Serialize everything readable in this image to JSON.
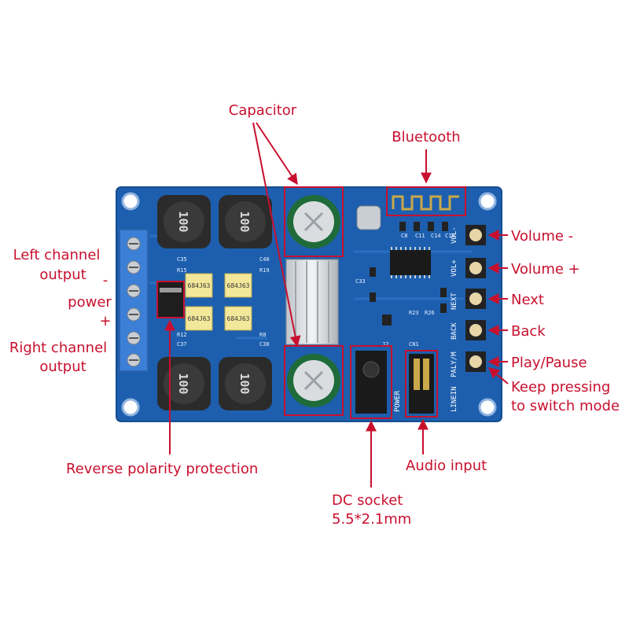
{
  "labels": {
    "capacitor": "Capacitor",
    "bluetooth": "Bluetooth",
    "left_channel_line1": "Left channel",
    "left_channel_line2": "output",
    "power_minus": "-",
    "power": "power",
    "power_plus": "+",
    "right_channel_line1": "Right channel",
    "right_channel_line2": "output",
    "volume_minus": "Volume -",
    "volume_plus": "Volume +",
    "next": "Next",
    "back": "Back",
    "play_pause": "Play/Pause",
    "keep_pressing_line1": "Keep pressing",
    "keep_pressing_line2": "to switch mode",
    "reverse_polarity": "Reverse polarity protection",
    "audio_input": "Audio input",
    "dc_socket_line1": "DC socket",
    "dc_socket_line2": "5.5*2.1mm"
  },
  "board_text": {
    "inductor_1": "100",
    "inductor_2": "100",
    "inductor_3": "100",
    "inductor_4": "100",
    "film_cap_1": "684J63",
    "film_cap_2": "684J63",
    "film_cap_3": "684J63",
    "film_cap_4": "684J63",
    "silk_vol_minus": "VOL-",
    "silk_vol_plus": "VOL+",
    "silk_next": "NEXT",
    "silk_back": "BACK",
    "silk_play": "PALY/M",
    "silk_linein": "LINEIN",
    "silk_power": "POWER",
    "ref_c35": "C35",
    "ref_c40": "C40",
    "ref_r15": "R15",
    "ref_r19": "R19",
    "ref_r12": "R12",
    "ref_r8": "R8",
    "ref_c37": "C37",
    "ref_c30": "C30",
    "ref_c33": "C33",
    "ref_c8": "C8",
    "ref_c11": "C11",
    "ref_c14": "C14",
    "ref_c18": "C18",
    "ref_r23": "R23",
    "ref_r26": "R26",
    "ref_j2": "J2",
    "ref_cn1": "CN1"
  },
  "colors": {
    "annotation": "#c8102e",
    "pcb": "#1d5fae",
    "terminal_block": "#3b7fd6",
    "inductor": "#2b2b2b"
  }
}
